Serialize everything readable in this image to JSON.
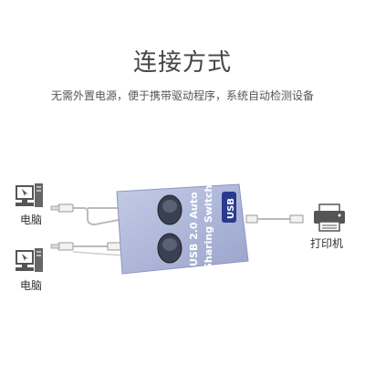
{
  "title": "连接方式",
  "subtitle": "无需外置电源，便于携带驱动程序，系统自动检测设备",
  "left_devices": [
    {
      "label": "电脑",
      "icon": "desktop-computer-icon"
    },
    {
      "label": "电脑",
      "icon": "desktop-computer-icon"
    }
  ],
  "right_device": {
    "label": "打印机",
    "icon": "printer-icon"
  },
  "switch": {
    "text_line1": "USB 2.0 Auto",
    "text_line2": "Sharing Switch",
    "logo_text": "USB",
    "body_color": "#a9b3d6"
  }
}
